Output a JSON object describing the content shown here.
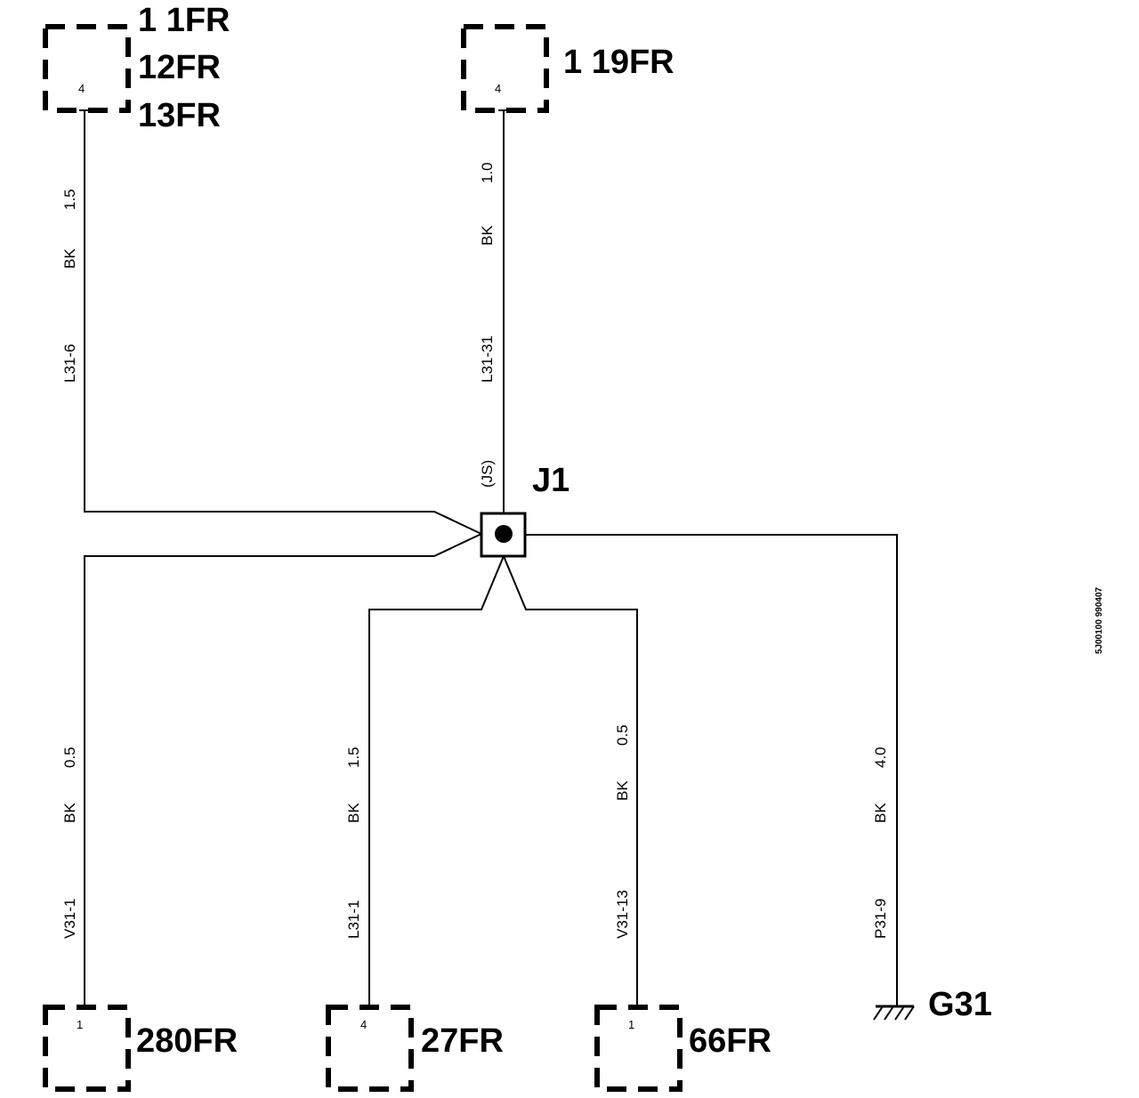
{
  "connectors": {
    "top_left": {
      "pin": "4",
      "labels": [
        "1 1FR",
        "12FR",
        "13FR"
      ]
    },
    "top_center": {
      "pin": "4",
      "labels": [
        "1 19FR"
      ]
    },
    "bottom_1": {
      "pin": "1",
      "label": "280FR"
    },
    "bottom_2": {
      "pin": "4",
      "label": "27FR"
    },
    "bottom_3": {
      "pin": "1",
      "label": "66FR"
    }
  },
  "ground": {
    "label": "G31"
  },
  "junction": {
    "label": "J1",
    "tag": "(JS)"
  },
  "wires": {
    "top_left": {
      "size": "1.5",
      "color": "BK",
      "id": "L31-6"
    },
    "top_center": {
      "size": "1.0",
      "color": "BK",
      "id": "L31-31"
    },
    "bottom_1": {
      "size": "0.5",
      "color": "BK",
      "id": "V31-1"
    },
    "bottom_2": {
      "size": "1.5",
      "color": "BK",
      "id": "L31-1"
    },
    "bottom_3": {
      "size": "0.5",
      "color": "BK",
      "id": "V31-13"
    },
    "ground": {
      "size": "4.0",
      "color": "BK",
      "id": "P31-9"
    }
  },
  "figure_code": "5J00100 990407"
}
